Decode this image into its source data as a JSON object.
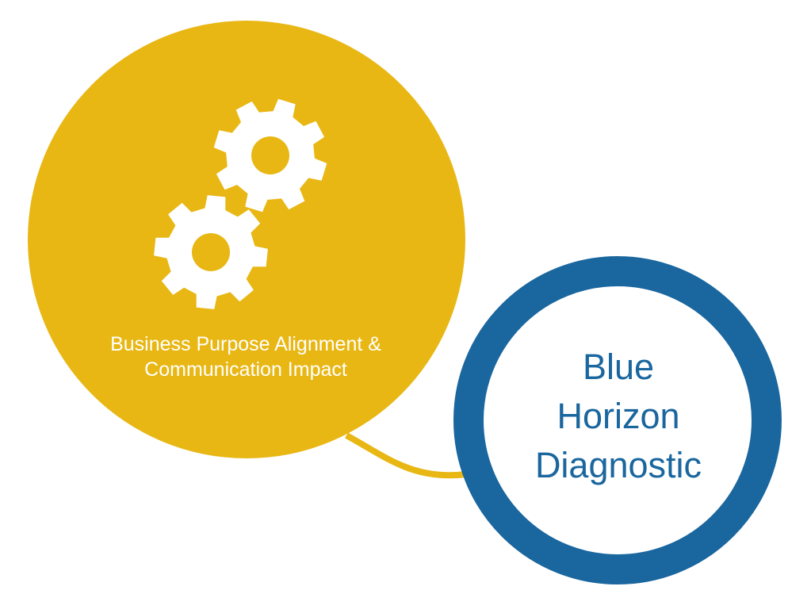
{
  "colors": {
    "yellow": "#E8B714",
    "blue": "#1A669E",
    "white": "#FFFFFF"
  },
  "yellow_circle": {
    "icon": "gears-icon",
    "line1": "Business Purpose Alignment &",
    "line2": "Communication Impact"
  },
  "blue_circle": {
    "line1": "Blue",
    "line2": "Horizon",
    "line3": "Diagnostic"
  }
}
